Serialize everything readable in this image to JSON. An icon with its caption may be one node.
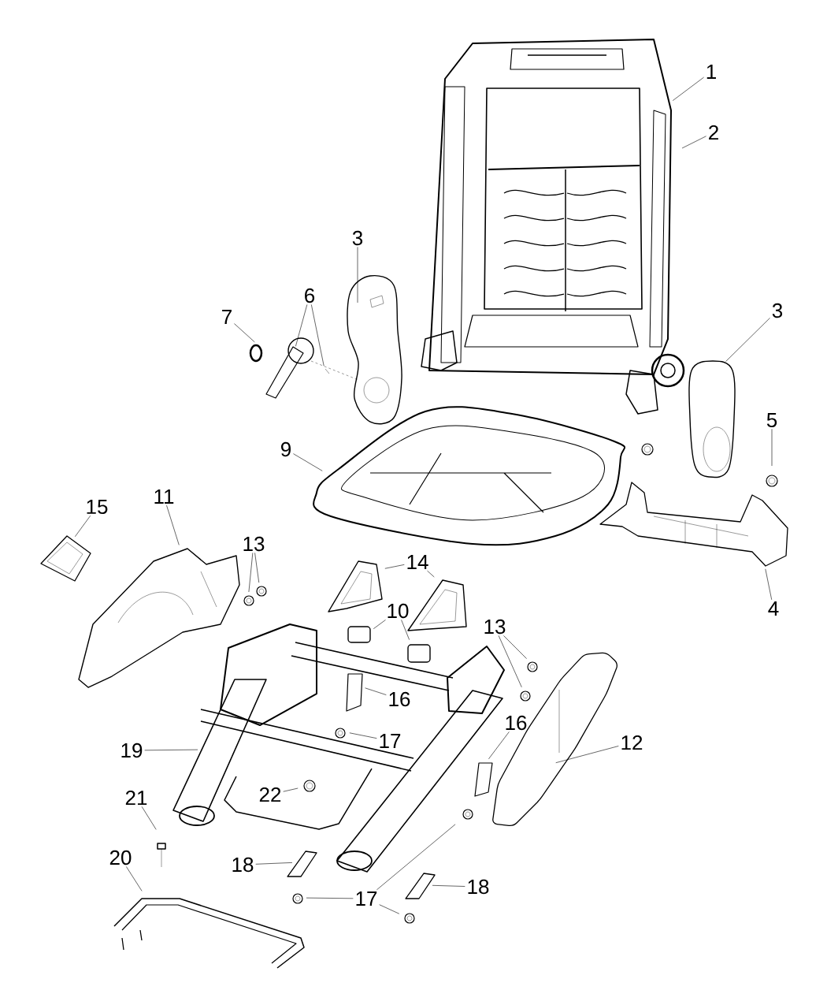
{
  "diagram": {
    "nodes": [
      {
        "text": [
          "1"
        ]
      },
      {
        "text": [
          "2"
        ]
      },
      {
        "text": [
          "3"
        ]
      },
      {
        "text": [
          "6"
        ]
      },
      {
        "text": [
          "3"
        ]
      },
      {
        "text": [
          "7"
        ]
      },
      {
        "text": [
          "5"
        ]
      },
      {
        "text": [
          "9"
        ]
      },
      {
        "text": [
          "11"
        ]
      },
      {
        "text": [
          "15"
        ]
      },
      {
        "text": [
          "13"
        ]
      },
      {
        "text": [
          "14"
        ]
      },
      {
        "text": [
          "4"
        ]
      },
      {
        "text": [
          "10"
        ]
      },
      {
        "text": [
          "13"
        ]
      },
      {
        "text": [
          "16"
        ]
      },
      {
        "text": [
          "16"
        ]
      },
      {
        "text": [
          "17"
        ]
      },
      {
        "text": [
          "12"
        ]
      },
      {
        "text": [
          "19"
        ]
      },
      {
        "text": [
          "22"
        ]
      },
      {
        "text": [
          "21"
        ]
      },
      {
        "text": [
          "20"
        ]
      },
      {
        "text": [
          "18"
        ]
      },
      {
        "text": [
          "18"
        ]
      },
      {
        "text": [
          "17"
        ]
      }
    ],
    "edges": [
      {
        "from": 0,
        "to": null,
        "arrow": "none"
      },
      {
        "from": 1,
        "to": null,
        "arrow": "none"
      },
      {
        "from": 2,
        "to": null,
        "arrow": "none"
      },
      {
        "from": 3,
        "to": null,
        "arrow": "none"
      },
      {
        "from": 3,
        "to": null,
        "arrow": "none"
      },
      {
        "from": 4,
        "to": null,
        "arrow": "none"
      },
      {
        "from": 5,
        "to": null,
        "arrow": "none"
      },
      {
        "from": 6,
        "to": null,
        "arrow": "none"
      },
      {
        "from": 7,
        "to": null,
        "arrow": "none"
      },
      {
        "from": 8,
        "to": null,
        "arrow": "none"
      },
      {
        "from": 9,
        "to": null,
        "arrow": "none"
      },
      {
        "from": 10,
        "to": null,
        "arrow": "none"
      },
      {
        "from": 10,
        "to": null,
        "arrow": "none"
      },
      {
        "from": 11,
        "to": null,
        "arrow": "none"
      },
      {
        "from": 11,
        "to": null,
        "arrow": "none"
      },
      {
        "from": 12,
        "to": null,
        "arrow": "none"
      },
      {
        "from": 13,
        "to": null,
        "arrow": "none"
      },
      {
        "from": 13,
        "to": null,
        "arrow": "none"
      },
      {
        "from": 14,
        "to": null,
        "arrow": "none"
      },
      {
        "from": 14,
        "to": null,
        "arrow": "none"
      },
      {
        "from": 15,
        "to": null,
        "arrow": "none"
      },
      {
        "from": 16,
        "to": null,
        "arrow": "none"
      },
      {
        "from": 17,
        "to": null,
        "arrow": "none"
      },
      {
        "from": 18,
        "to": null,
        "arrow": "none"
      },
      {
        "from": 19,
        "to": null,
        "arrow": "none"
      },
      {
        "from": 20,
        "to": null,
        "arrow": "none"
      },
      {
        "from": 21,
        "to": null,
        "arrow": "none"
      },
      {
        "from": 22,
        "to": null,
        "arrow": "none"
      },
      {
        "from": 23,
        "to": null,
        "arrow": "none"
      },
      {
        "from": 24,
        "to": null,
        "arrow": "none"
      },
      {
        "from": 25,
        "to": null,
        "arrow": "none"
      },
      {
        "from": 25,
        "to": null,
        "arrow": "none"
      },
      {
        "from": 25,
        "to": null,
        "arrow": "none"
      }
    ]
  }
}
